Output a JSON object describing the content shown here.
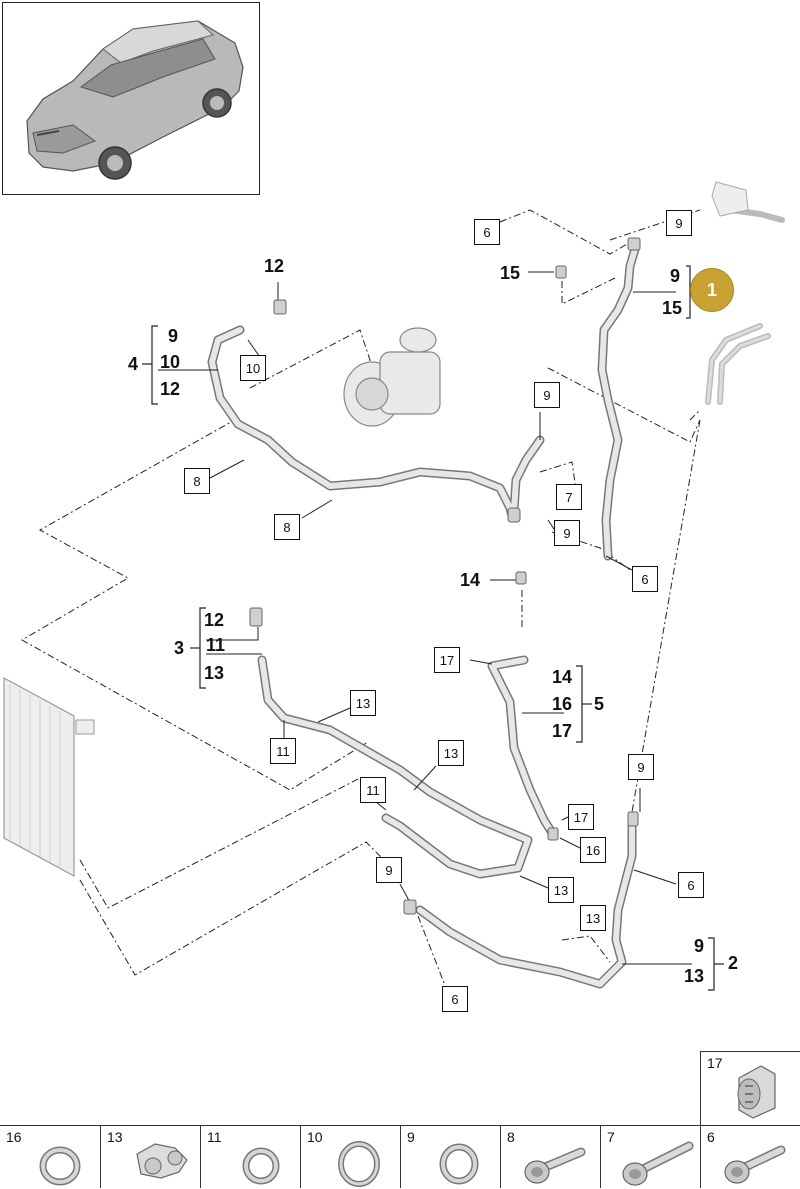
{
  "diagram": {
    "highlight_badge": "1",
    "callouts": {
      "c6_top": "6",
      "c9_top": "9",
      "c10": "10",
      "c9_mid": "9",
      "c8_a": "8",
      "c7": "7",
      "c8_b": "8",
      "c9_low": "9",
      "c6_mid": "6",
      "c17_a": "17",
      "c13_a": "13",
      "c11_a": "11",
      "c13_b": "13",
      "c11_b": "11",
      "c17_b": "17",
      "c9_right": "9",
      "c16": "16",
      "c9_bottom": "9",
      "c6_right": "6",
      "c13_c": "13",
      "c13_d": "13",
      "c6_bottom": "6"
    },
    "bold": {
      "n12_top": "12",
      "n15_left": "15",
      "n9_g1": "9",
      "n15_g1": "15",
      "n9_g4": "9",
      "n10_g4": "10",
      "n12_g4": "12",
      "n4": "4",
      "n14_left": "14",
      "n12_g3": "12",
      "n11_g3": "11",
      "n13_g3": "13",
      "n3": "3",
      "n14_g5": "14",
      "n16_g5": "16",
      "n17_g5": "17",
      "n5": "5",
      "n9_g2": "9",
      "n13_g2": "13",
      "n2": "2"
    }
  },
  "legend": {
    "items": [
      {
        "num": "16",
        "icon": "ring-seal-icon"
      },
      {
        "num": "13",
        "icon": "clip-bracket-icon"
      },
      {
        "num": "11",
        "icon": "ring-seal-icon"
      },
      {
        "num": "10",
        "icon": "ring-seal-icon"
      },
      {
        "num": "9",
        "icon": "ring-seal-icon"
      },
      {
        "num": "8",
        "icon": "bolt-icon"
      },
      {
        "num": "7",
        "icon": "bolt-icon"
      },
      {
        "num": "6",
        "icon": "bolt-icon"
      }
    ],
    "top_item": {
      "num": "17",
      "icon": "cap-icon"
    }
  },
  "colors": {
    "badge": "#c9a234",
    "line": "#222222",
    "pipe_fill": "#e6e6e6",
    "pipe_edge": "#777777"
  }
}
